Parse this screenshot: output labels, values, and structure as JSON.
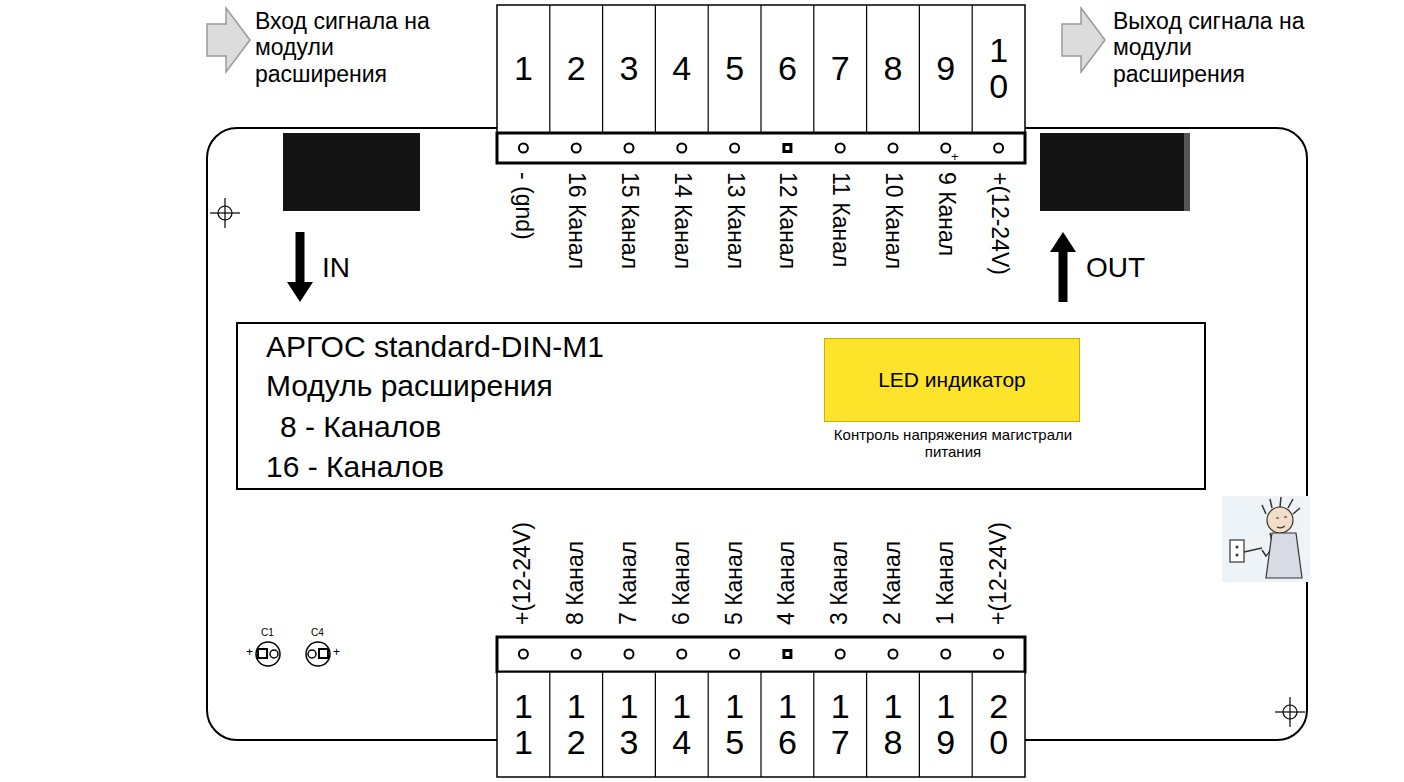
{
  "diagram": {
    "nodes": [
      {
        "text": [
          "АРГОС standard-DIN-M1",
          "Модуль расширения",
          "8 - Каналов",
          "16 - Каналов",
          "Контроль напряжения магистрали питания"
        ]
      },
      {
        "text": [
          "LED индикатор"
        ],
        "in": 0
      }
    ],
    "labels": [
      "Вход сигнала на модули расширения",
      "Выход сигнала на модули расширения",
      "1",
      "2",
      "3",
      "4",
      "5",
      "6",
      "7",
      "8",
      "9",
      "10",
      "- (gnd)",
      "16 Канал",
      "15 Канал",
      "14 Канал",
      "13 Канал",
      "12 Канал",
      "11 Канал",
      "10 Канал",
      "9 Канал",
      "+(12-24V)",
      "+",
      "IN",
      "OUT",
      "+(12-24V)",
      "8 Канал",
      "7 Канал",
      "6 Канал",
      "5 Канал",
      "4 Канал",
      "3 Канал",
      "2 Канал",
      "1 Канал",
      "+(12-24V)",
      "11",
      "12",
      "13",
      "14",
      "15",
      "16",
      "17",
      "18",
      "19",
      "20",
      "C1",
      "C4",
      "+",
      "+"
    ]
  }
}
